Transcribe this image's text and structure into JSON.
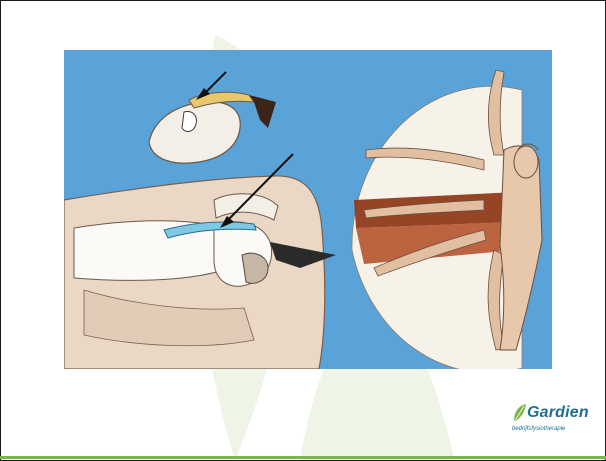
{
  "slide": {
    "background_color": "#ffffff",
    "accent_color": "#7ab648",
    "illustration": {
      "background_color": "#5aa3d8",
      "panels": [
        "bone-fragment-detail",
        "shoulder-joint-cross-section",
        "painful-arc-abduction-figure"
      ]
    },
    "logo": {
      "name": "Gardien",
      "tagline": "bedrijfsfysiotherapie",
      "icon": "leaf-icon",
      "text_color": "#1f6e8c",
      "icon_color": "#7ab648"
    }
  }
}
